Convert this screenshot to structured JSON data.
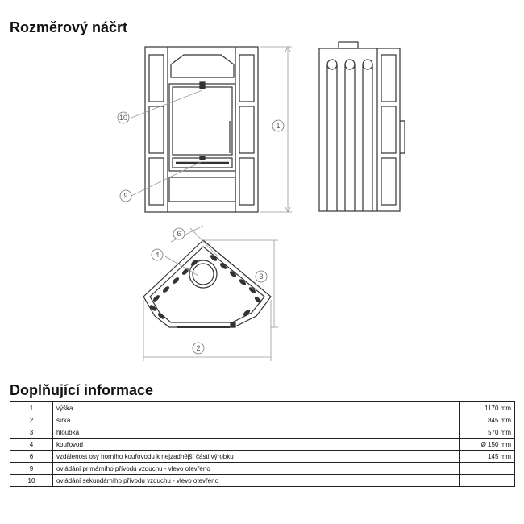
{
  "sketch": {
    "title": "Rozměrový náčrt",
    "callouts": {
      "c1": "1",
      "c2": "2",
      "c3": "3",
      "c4": "4",
      "c6": "6",
      "c9": "9",
      "c10": "10"
    }
  },
  "info": {
    "title": "Doplňující informace",
    "rows": [
      {
        "num": "1",
        "label": "výška",
        "value": "1170 mm"
      },
      {
        "num": "2",
        "label": "šířka",
        "value": "845 mm"
      },
      {
        "num": "3",
        "label": "hloubka",
        "value": "570 mm"
      },
      {
        "num": "4",
        "label": "kouřovod",
        "value": "Ø 150 mm"
      },
      {
        "num": "6",
        "label": "vzdálenost osy horního kouřovodu k nejzadnější části výrobku",
        "value": "145 mm"
      },
      {
        "num": "9",
        "label": "ovládání primárního přívodu vzduchu - vlevo otevřeno",
        "value": ""
      },
      {
        "num": "10",
        "label": "ovládání sekundárního přívodu vzduchu - vlevo otevřeno",
        "value": ""
      }
    ]
  }
}
